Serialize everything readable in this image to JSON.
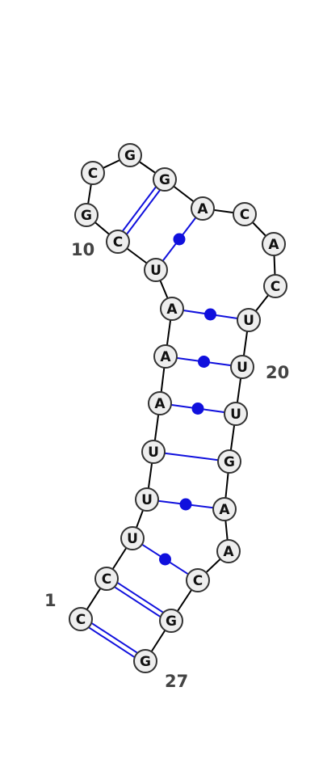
{
  "sequence": [
    "C",
    "C",
    "U",
    "U",
    "U",
    "A",
    "A",
    "A",
    "U",
    "C",
    "G",
    "C",
    "G",
    "G",
    "A",
    "C",
    "A",
    "C",
    "U",
    "U",
    "U",
    "G",
    "A",
    "A",
    "C",
    "G",
    "G"
  ],
  "index_labels": [
    "1",
    "10",
    "20",
    "27"
  ],
  "pairs": [
    {
      "i": 1,
      "j": 27,
      "type": "GC"
    },
    {
      "i": 2,
      "j": 26,
      "type": "GC"
    },
    {
      "i": 3,
      "j": 25,
      "type": "AU"
    },
    {
      "i": 4,
      "j": 23,
      "type": "AU"
    },
    {
      "i": 5,
      "j": 22,
      "type": "GU"
    },
    {
      "i": 6,
      "j": 21,
      "type": "AU"
    },
    {
      "i": 7,
      "j": 20,
      "type": "AU"
    },
    {
      "i": 8,
      "j": 19,
      "type": "AU"
    },
    {
      "i": 9,
      "j": 15,
      "type": "AU"
    },
    {
      "i": 10,
      "j": 14,
      "type": "GC"
    }
  ],
  "colors": {
    "backbone": "#000000",
    "pair": "#1010dd",
    "node_fill": "#eeeeee",
    "node_stroke": "#333333"
  }
}
